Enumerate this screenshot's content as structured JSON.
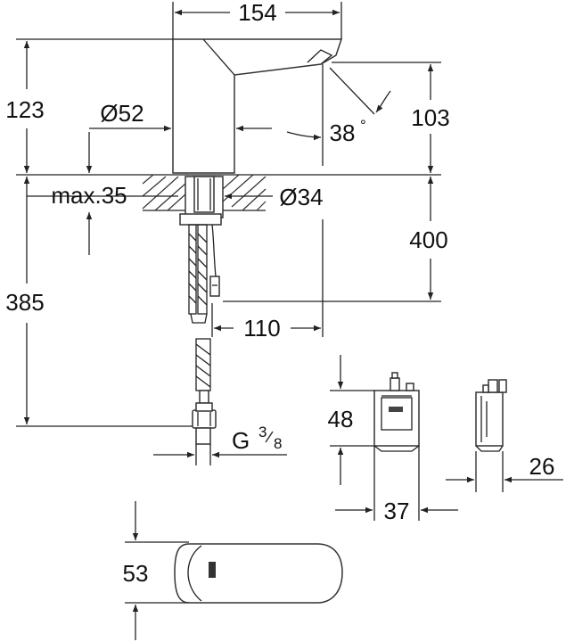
{
  "diagram": {
    "colors": {
      "line": "#222222",
      "text": "#111111",
      "background": "#ffffff"
    },
    "dimensions": {
      "top_width": "154",
      "height_above_counter": "123",
      "body_diameter": "Ø52",
      "spout_height": "103",
      "angle": "38",
      "angle_unit": "°",
      "max_counter": "max.35",
      "hole_diameter": "Ø34",
      "hose_length": "400",
      "total_hose": "385",
      "spout_reach": "110",
      "thread_letter": "G",
      "thread_num": "3",
      "thread_den": "8",
      "box_height": "48",
      "box_width": "37",
      "box_depth": "26",
      "top_view_width": "53"
    }
  }
}
